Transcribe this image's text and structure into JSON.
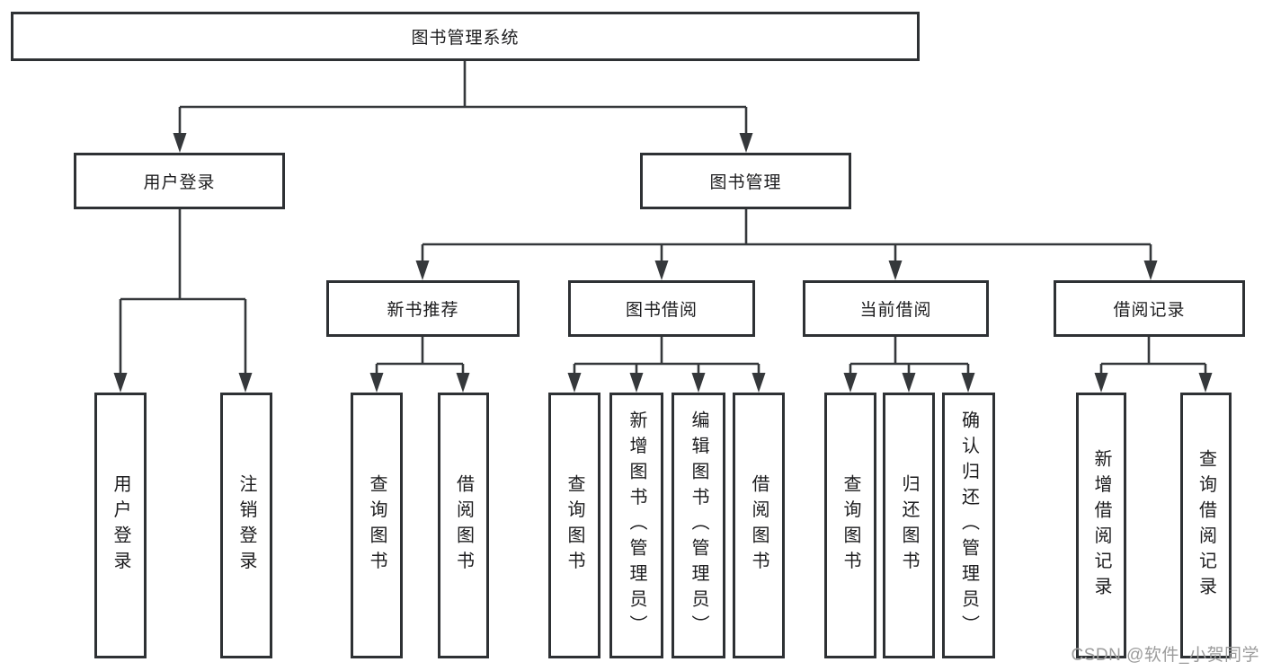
{
  "nodes": {
    "root": "图书管理系统",
    "level2": [
      "用户登录",
      "图书管理"
    ],
    "level3": [
      "新书推荐",
      "图书借阅",
      "当前借阅",
      "借阅记录"
    ],
    "user_login_children": [
      "用户登录",
      "注销登录"
    ],
    "new_book_children": [
      "查询图书",
      "借阅图书"
    ],
    "book_borrow_children": [
      "查询图书",
      "新增图书（管理员）",
      "编辑图书（管理员）",
      "借阅图书"
    ],
    "current_borrow_children": [
      "查询图书",
      "归还图书",
      "确认归还（管理员）"
    ],
    "record_children": [
      "新增借阅记录",
      "查询借阅记录"
    ]
  },
  "watermark": "CSDN @软件_小贺同学",
  "colors": {
    "line": "#35383b",
    "box_border": "#2e3134",
    "text": "#1c1c1e",
    "watermark": "#9c9c9c",
    "background": "#ffffff"
  }
}
